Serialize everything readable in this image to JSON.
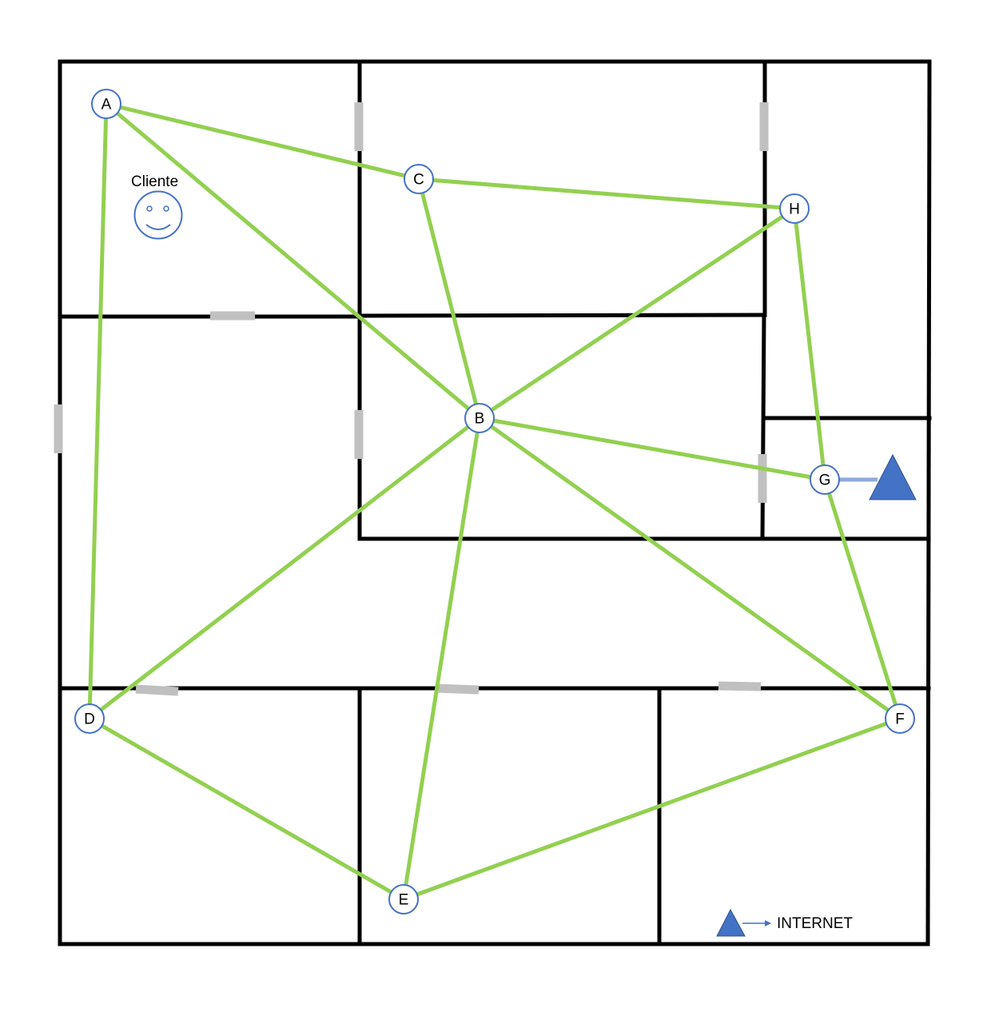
{
  "colors": {
    "wall": "#000000",
    "door": "#c0c0c0",
    "link": "#92d050",
    "node_outline": "#4472c4",
    "gateway": "#4472c4",
    "gateway_link": "#8eaadb"
  },
  "nodes": [
    "A",
    "B",
    "C",
    "D",
    "E",
    "F",
    "G",
    "H"
  ],
  "links": [
    [
      "A",
      "C"
    ],
    [
      "A",
      "B"
    ],
    [
      "A",
      "D"
    ],
    [
      "C",
      "H"
    ],
    [
      "C",
      "B"
    ],
    [
      "H",
      "B"
    ],
    [
      "H",
      "G"
    ],
    [
      "B",
      "G"
    ],
    [
      "B",
      "D"
    ],
    [
      "B",
      "E"
    ],
    [
      "B",
      "F"
    ],
    [
      "G",
      "F"
    ],
    [
      "D",
      "E"
    ],
    [
      "E",
      "F"
    ]
  ],
  "client": {
    "label": "Cliente",
    "icon": "smiley-face-icon"
  },
  "gateway": {
    "icon": "triangle-gateway-icon",
    "connected_to": "G"
  },
  "legend": {
    "icon": "triangle-icon",
    "arrow": "arrow-right-icon",
    "label": "INTERNET"
  }
}
